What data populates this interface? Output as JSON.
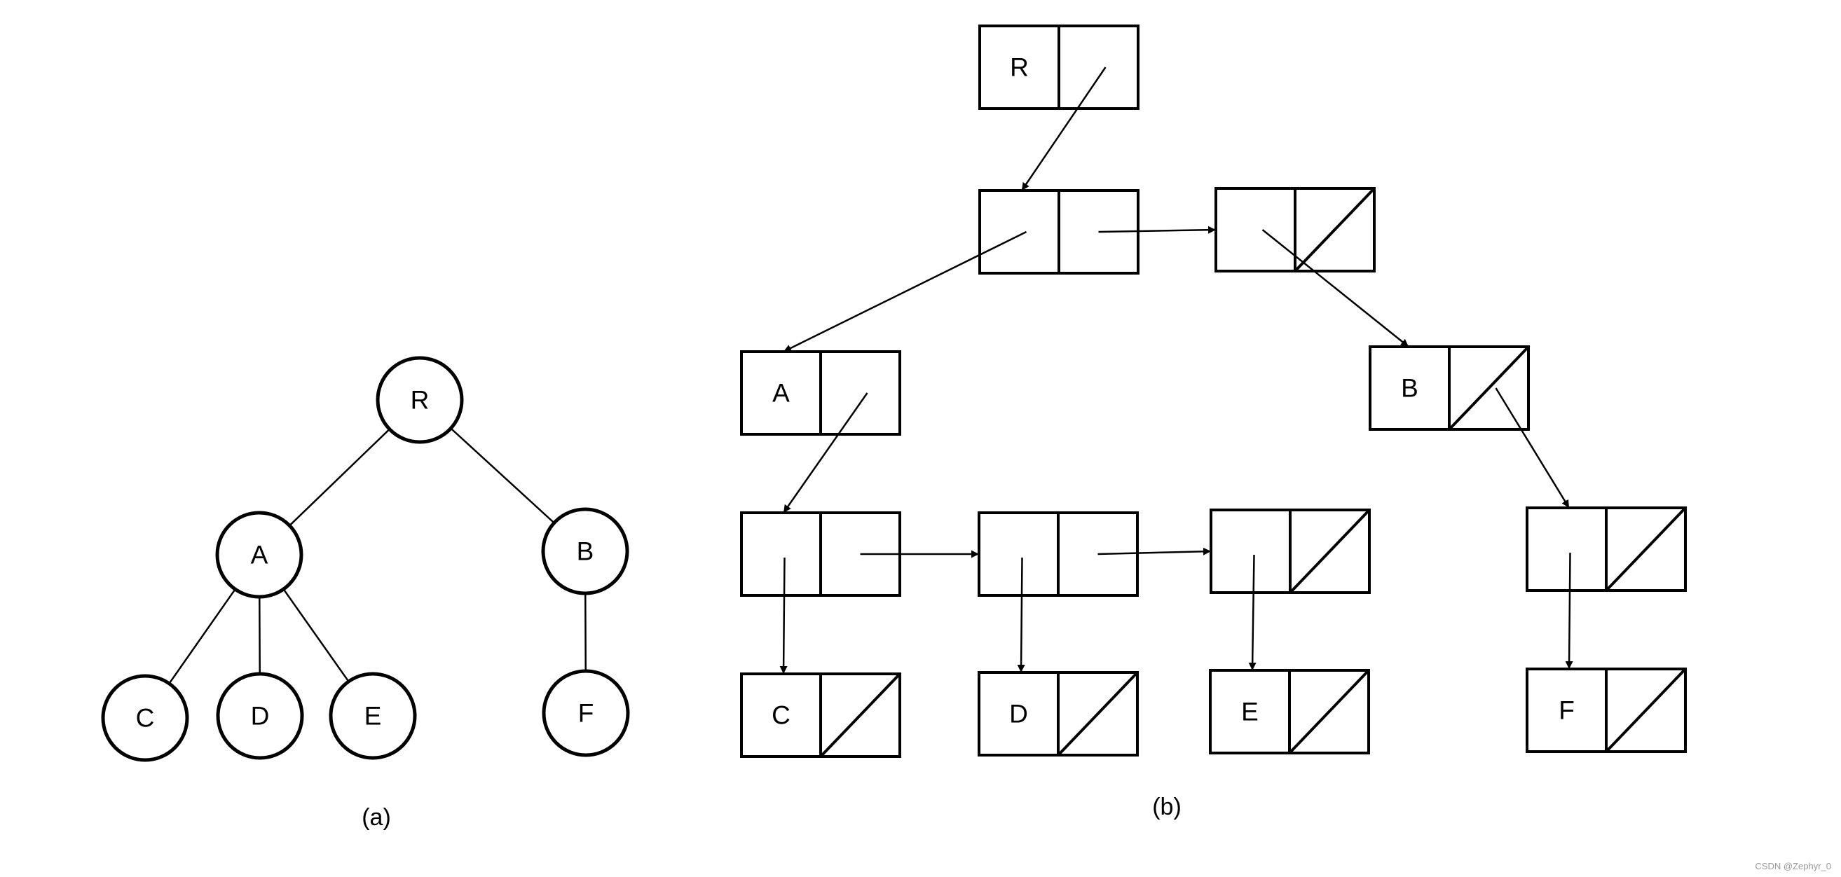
{
  "tree": {
    "nodes": [
      {
        "id": "R",
        "label": "R"
      },
      {
        "id": "A",
        "label": "A"
      },
      {
        "id": "B",
        "label": "B"
      },
      {
        "id": "C",
        "label": "C"
      },
      {
        "id": "D",
        "label": "D"
      },
      {
        "id": "E",
        "label": "E"
      },
      {
        "id": "F",
        "label": "F"
      }
    ],
    "edges": [
      [
        "R",
        "A"
      ],
      [
        "R",
        "B"
      ],
      [
        "A",
        "C"
      ],
      [
        "A",
        "D"
      ],
      [
        "A",
        "E"
      ],
      [
        "B",
        "F"
      ]
    ],
    "caption": "(a)"
  },
  "list": {
    "cells": [
      {
        "id": "L0",
        "label": "R",
        "kind": "atom-pointer"
      },
      {
        "id": "L1",
        "label": "",
        "kind": "list-node"
      },
      {
        "id": "L2",
        "label": "",
        "kind": "list-node-nil"
      },
      {
        "id": "L3",
        "label": "A",
        "kind": "atom-pointer"
      },
      {
        "id": "L4",
        "label": "B",
        "kind": "atom-nil"
      },
      {
        "id": "L5",
        "label": "",
        "kind": "list-node"
      },
      {
        "id": "L6",
        "label": "",
        "kind": "list-node"
      },
      {
        "id": "L7",
        "label": "",
        "kind": "list-node-nil"
      },
      {
        "id": "L8",
        "label": "",
        "kind": "list-node-nil"
      },
      {
        "id": "L9",
        "label": "C",
        "kind": "atom-nil"
      },
      {
        "id": "L10",
        "label": "D",
        "kind": "atom-nil"
      },
      {
        "id": "L11",
        "label": "E",
        "kind": "atom-nil"
      },
      {
        "id": "L12",
        "label": "F",
        "kind": "atom-nil"
      }
    ],
    "links": [
      [
        "L0",
        "L1"
      ],
      [
        "L1",
        "L3"
      ],
      [
        "L1",
        "L2"
      ],
      [
        "L2",
        "L4"
      ],
      [
        "L3",
        "L5"
      ],
      [
        "L5",
        "L6"
      ],
      [
        "L6",
        "L7"
      ],
      [
        "L4",
        "L8"
      ],
      [
        "L5",
        "L9"
      ],
      [
        "L6",
        "L10"
      ],
      [
        "L7",
        "L11"
      ],
      [
        "L8",
        "L12"
      ]
    ],
    "caption": "(b)"
  },
  "footer": {
    "credit": "CSDN @Zephyr_0"
  }
}
